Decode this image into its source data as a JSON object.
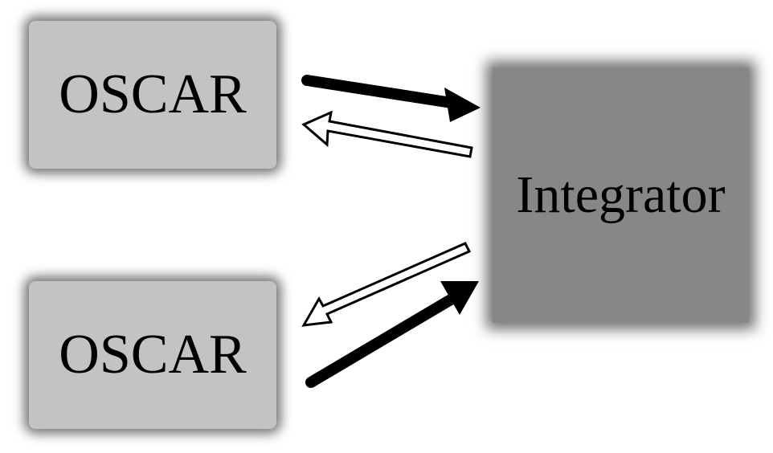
{
  "nodes": {
    "oscar_top": {
      "label": "OSCAR"
    },
    "oscar_bottom": {
      "label": "OSCAR"
    },
    "integrator": {
      "label": "Integrator"
    }
  },
  "colors": {
    "oscar_fill": "#c3c3c3",
    "integrator_fill": "#878787",
    "arrow_solid": "#000000",
    "arrow_hollow_fill": "#ffffff"
  }
}
